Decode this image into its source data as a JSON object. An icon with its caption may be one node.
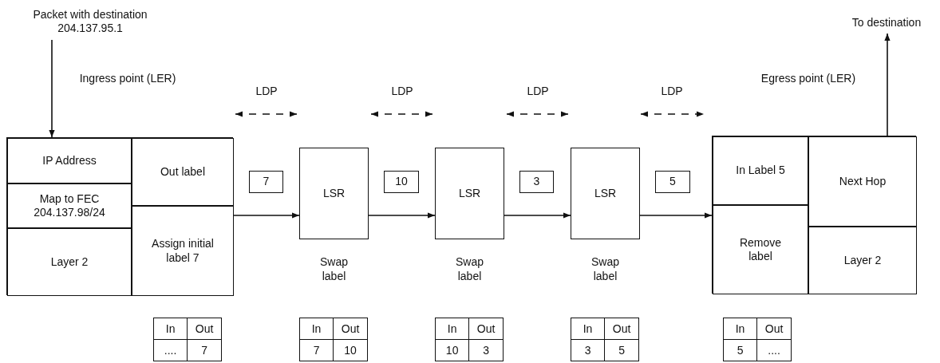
{
  "diagram": {
    "nodes": [
      {
        "text": [
          "Packet with destination 204.137.95.1"
        ]
      },
      {
        "text": [
          "To destination"
        ]
      },
      {
        "text": [],
        "shape": "box"
      },
      {
        "text": [
          "IP Address"
        ],
        "in": 2
      },
      {
        "text": [
          "Out label"
        ],
        "in": 2
      },
      {
        "text": [
          "Map to FEC 204.137.98/24"
        ],
        "in": 2
      },
      {
        "text": [
          "Assign initial label 7"
        ],
        "in": 2
      },
      {
        "text": [
          "Layer 2"
        ],
        "in": 2
      },
      {
        "text": [
          "7"
        ]
      },
      {
        "text": [
          "LSR"
        ],
        "beside": [
          "Swap label"
        ]
      },
      {
        "text": [
          "10"
        ]
      },
      {
        "text": [
          "LSR"
        ],
        "beside": [
          "Swap label"
        ]
      },
      {
        "text": [
          "3"
        ]
      },
      {
        "text": [
          "LSR"
        ],
        "beside": [
          "Swap label"
        ]
      },
      {
        "text": [
          "5"
        ]
      },
      {
        "text": [],
        "shape": "box"
      },
      {
        "text": [
          "In Label 5"
        ],
        "in": 15
      },
      {
        "text": [
          "Next Hop"
        ],
        "in": 15
      },
      {
        "text": [
          "Remove label"
        ],
        "in": 15
      },
      {
        "text": [
          "Layer 2"
        ],
        "in": 15
      }
    ],
    "edges": [
      {
        "from": 0,
        "to": 3,
        "arrow": "to"
      },
      {
        "from": 6,
        "to": 9,
        "arrow": "to"
      },
      {
        "from": 9,
        "to": 11,
        "arrow": "to"
      },
      {
        "from": 11,
        "to": 13,
        "arrow": "to"
      },
      {
        "from": 13,
        "to": 18,
        "arrow": "to"
      },
      {
        "from": 17,
        "to": 1,
        "arrow": "to"
      }
    ],
    "labels": [
      "Ingress point (LER)",
      "Egress point (LER)",
      "LDP",
      "LDP",
      "LDP",
      "LDP",
      "In",
      "Out",
      "....",
      "7",
      "In",
      "Out",
      "7",
      "10",
      "In",
      "Out",
      "10",
      "3",
      "In",
      "Out",
      "3",
      "5",
      "In",
      "Out",
      "5",
      "...."
    ]
  }
}
